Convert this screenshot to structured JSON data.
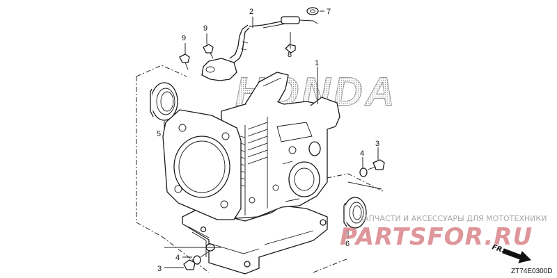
{
  "brand": "HONDA",
  "watermark": {
    "top_text": "ЗАПЧАСТИ И АКСЕССУАРЫ ДЛЯ МОТОТЕХНИКИ",
    "logo": "PARTSFOR.RU"
  },
  "front_marker": "FR.",
  "diagram_code": "ZT74E0300D",
  "callouts": [
    {
      "id": "c1",
      "label": "1"
    },
    {
      "id": "c2",
      "label": "2"
    },
    {
      "id": "c3a",
      "label": "3"
    },
    {
      "id": "c3b",
      "label": "3"
    },
    {
      "id": "c4a",
      "label": "4"
    },
    {
      "id": "c4b",
      "label": "4"
    },
    {
      "id": "c5",
      "label": "5"
    },
    {
      "id": "c6",
      "label": "6"
    },
    {
      "id": "c7",
      "label": "7"
    },
    {
      "id": "c8",
      "label": "8"
    },
    {
      "id": "c9a",
      "label": "9"
    },
    {
      "id": "c9b",
      "label": "9"
    }
  ]
}
